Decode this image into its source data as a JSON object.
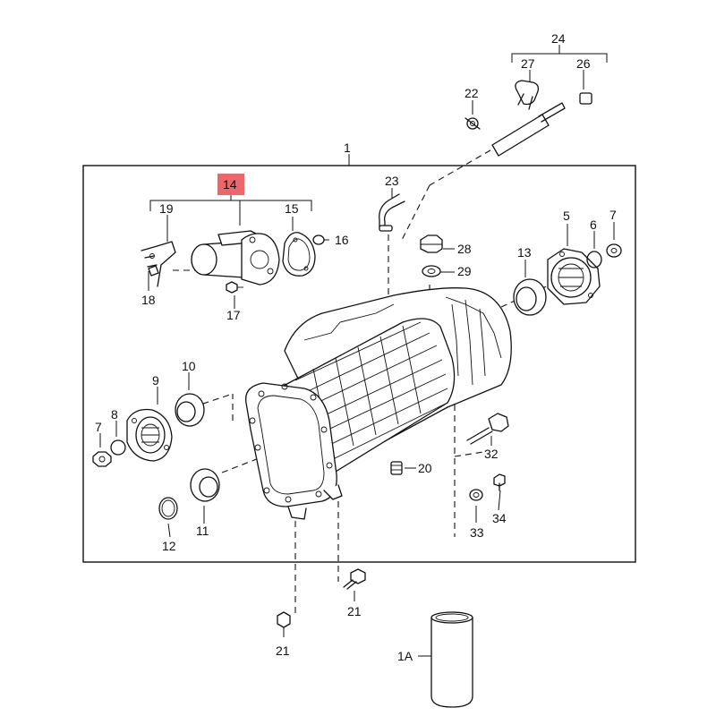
{
  "diagram": {
    "highlight_color": "#e4252b",
    "labels": {
      "l1": "1",
      "l1a": "1A",
      "l5": "5",
      "l6": "6",
      "l7a": "7",
      "l7b": "7",
      "l8": "8",
      "l9": "9",
      "l10": "10",
      "l11": "11",
      "l12": "12",
      "l13": "13",
      "l14": "14",
      "l15": "15",
      "l16": "16",
      "l17": "17",
      "l18": "18",
      "l19": "19",
      "l20": "20",
      "l21a": "21",
      "l21b": "21",
      "l22": "22",
      "l23": "23",
      "l24": "24",
      "l26": "26",
      "l27": "27",
      "l28": "28",
      "l29": "29",
      "l32": "32",
      "l33": "33",
      "l34": "34"
    }
  }
}
